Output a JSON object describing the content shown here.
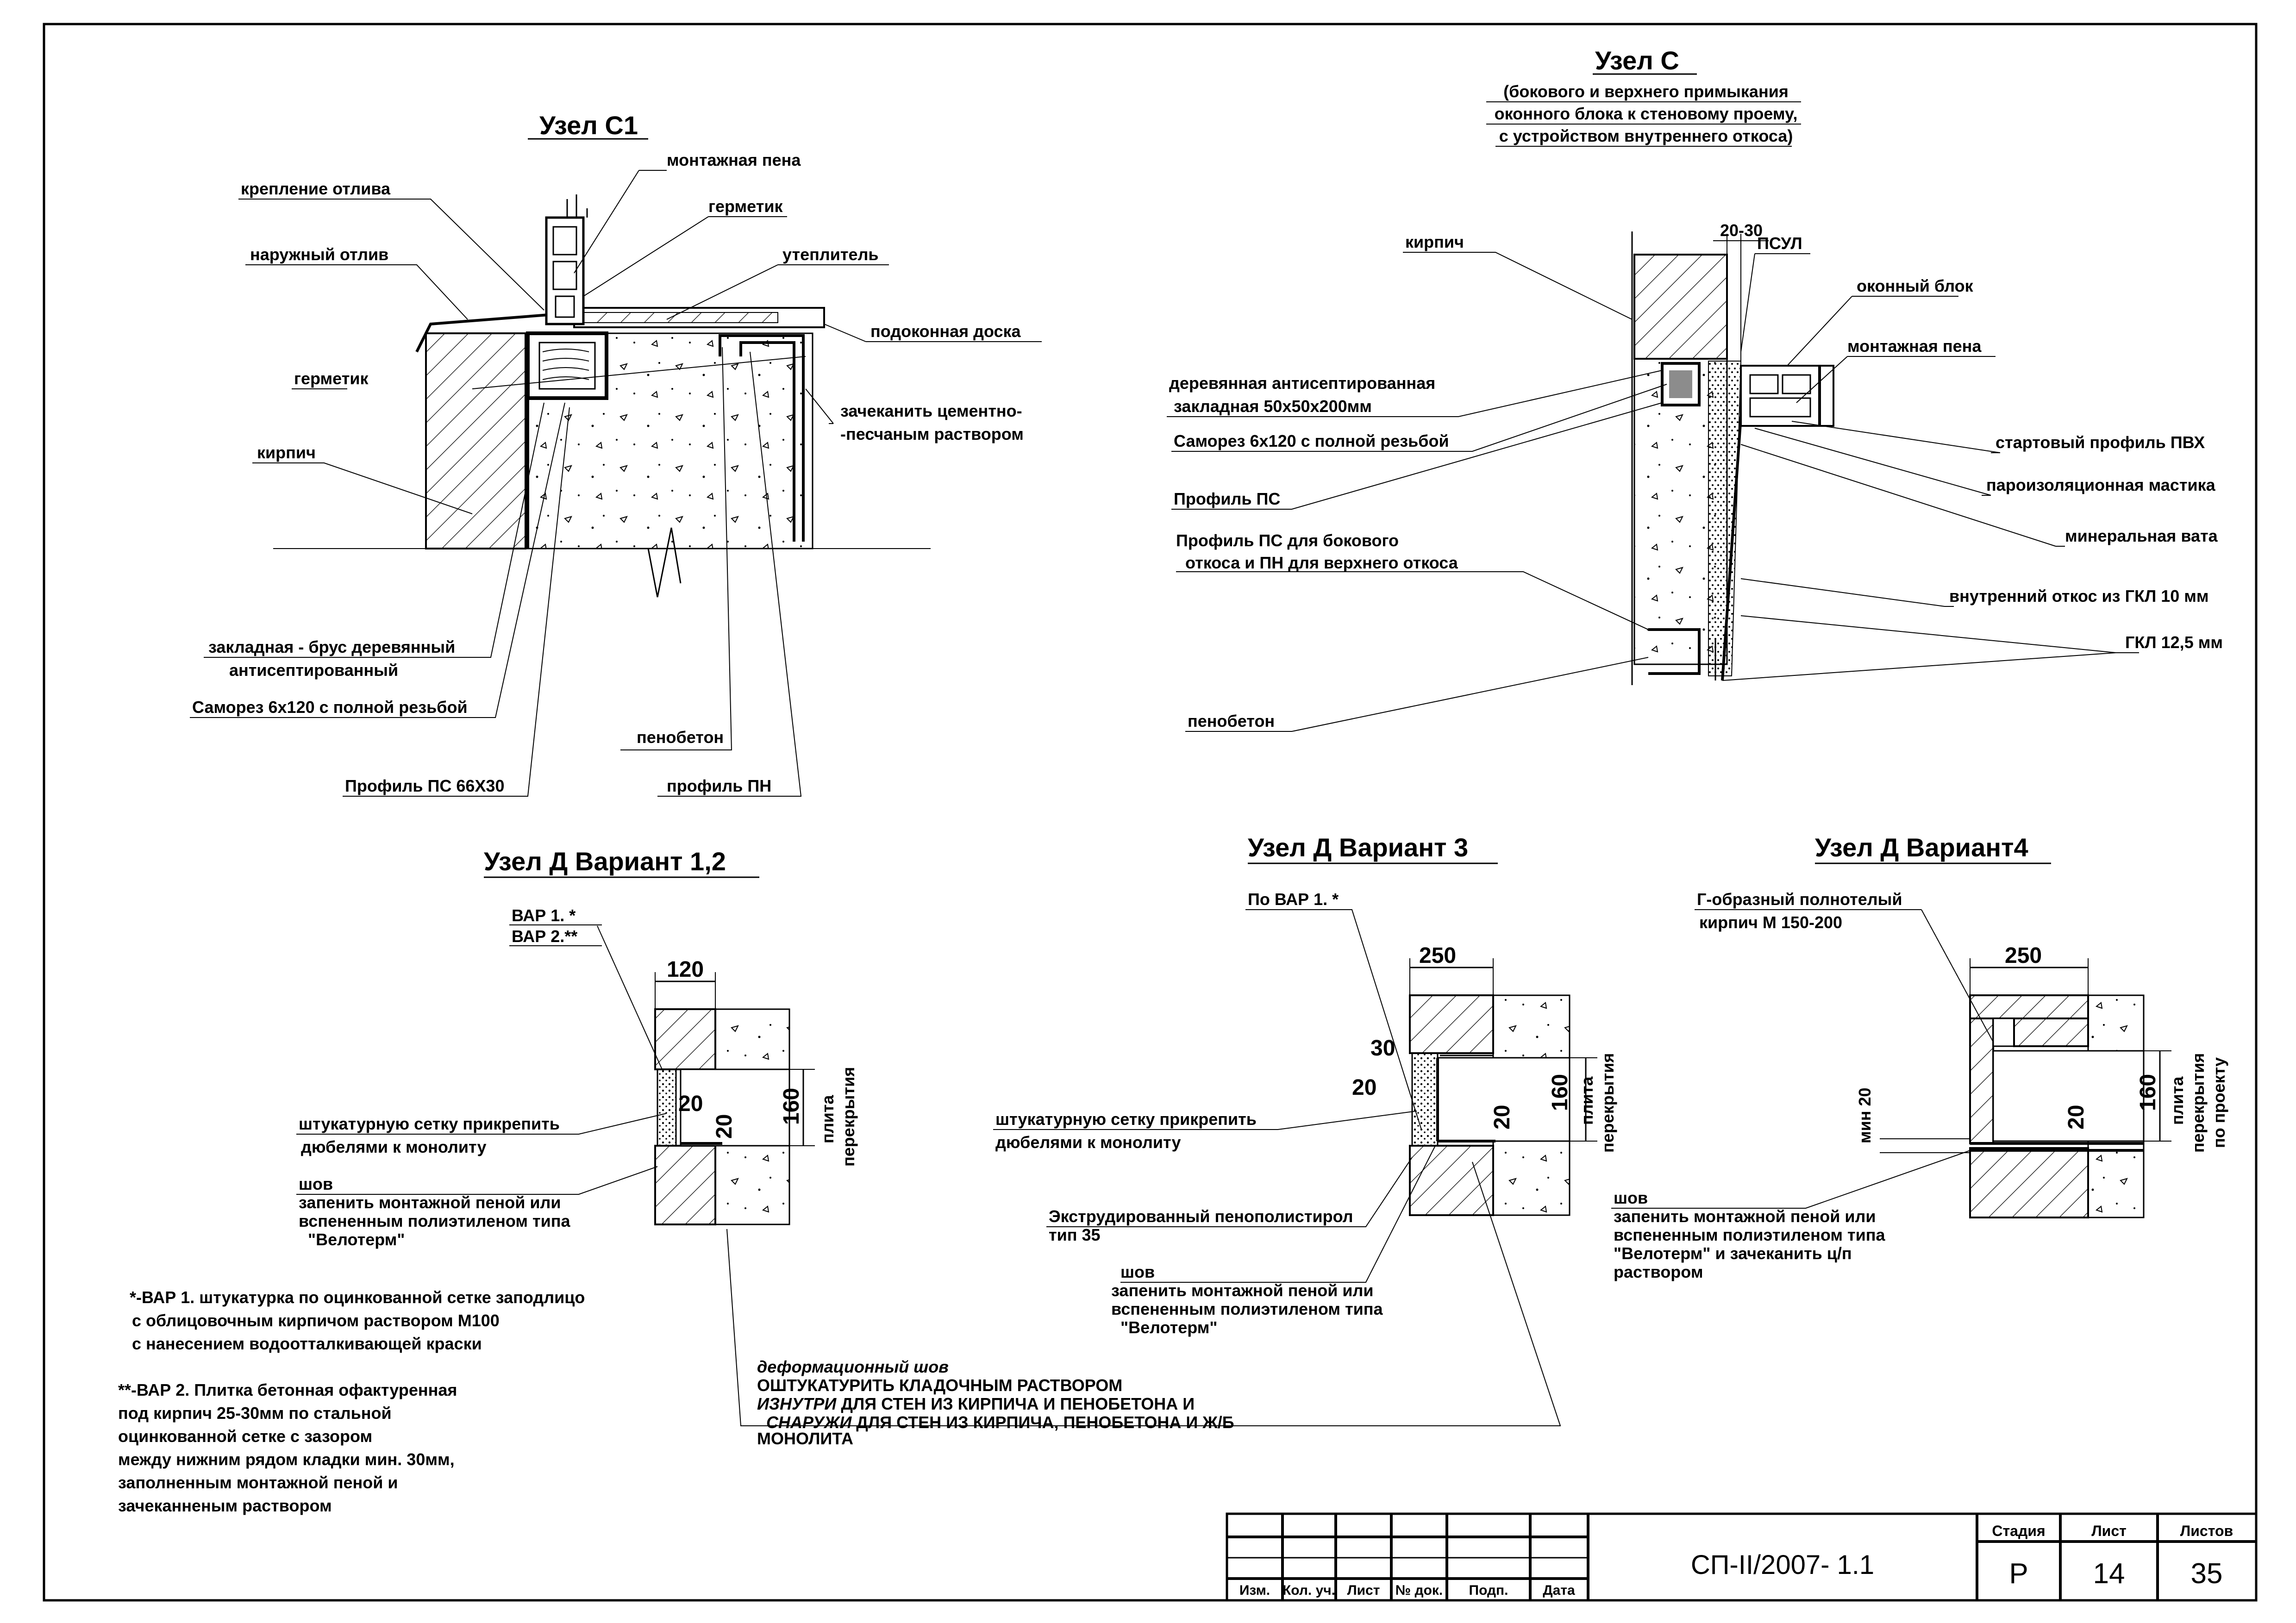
{
  "node_c1": {
    "title": "Узел С1",
    "labels": {
      "foam": "монтажная пена",
      "drip_fix": "крепление отлива",
      "sealant_top": "герметик",
      "outer_drip": "наружный отлив",
      "insulation": "утеплитель",
      "sill_board": "подоконная доска",
      "sealant_left": "герметик",
      "caulk_1": "зачеканить цементно-",
      "caulk_2": "-песчаным раствором",
      "brick": "кирпич",
      "embed_1": "закладная - брус деревянный",
      "embed_2": "антисептированный",
      "screw": "Саморез 6х120 с полной резьбой",
      "foam_concrete": "пенобетон",
      "profile_ps": "Профиль ПС 66Х30",
      "profile_pn": "профиль ПН"
    }
  },
  "node_c": {
    "title": "Узел С",
    "subtitle_1": "(бокового и верхнего примыкания",
    "subtitle_2": "оконного блока к стеновому проему,",
    "subtitle_3": "с устройством внутреннего откоса)",
    "dim_gap": "20-30",
    "labels": {
      "brick": "кирпич",
      "psul": "ПСУЛ",
      "window_block": "оконный блок",
      "foam": "монтажная пена",
      "embed_1": "деревянная антисептированная",
      "embed_2": "закладная  50х50х200мм",
      "screw": "Саморез 6х120 с полной резьбой",
      "start_profile": "стартовый профиль ПВХ",
      "vapor_mastic": "пароизоляционная мастика",
      "profile_ps": "Профиль ПС",
      "mineral_wool": "минеральная вата",
      "profile_side_1": "Профиль ПС для бокового",
      "profile_side_2": "откоса и ПН для верхнего откоса",
      "inner_slope": "внутренний откос из ГКЛ 10 мм",
      "gkl": "ГКЛ 12,5 мм",
      "foam_concrete": "пенобетон"
    }
  },
  "node_d12": {
    "title": "Узел Д  Вариант 1,2",
    "var1": "ВАР 1. *",
    "var2": "ВАР 2.**",
    "dim_width": "120",
    "dim_20a": "20",
    "dim_20b": "20",
    "dim_160": "160",
    "slab_1": "плита",
    "slab_2": "перекрытия",
    "mesh_1": "штукатурную сетку прикрепить",
    "mesh_2": "дюбелями к монолиту",
    "seam_1": "шов",
    "seam_2": "запенить монтажной пеной или",
    "seam_3": "вспененным полиэтиленом типа",
    "seam_4": "\"Велотерм\""
  },
  "notes": {
    "n1_1": "*-ВАР 1. штукатурка по оцинкованной сетке заподлицо",
    "n1_2": "с облицовочным кирпичом  раствором М100",
    "n1_3": "с нанесением водоотталкивающей  краски",
    "n2_1": "**-ВАР 2. Плитка  бетонная офактуренная",
    "n2_2": "под кирпич 25-30мм по стальной",
    "n2_3": "оцинкованной сетке с зазором",
    "n2_4": " между нижним рядом кладки мин. 30мм,",
    "n2_5": "заполненным монтажной пеной и",
    "n2_6": " зачеканненым раствором"
  },
  "deformation": {
    "title": "деформационный шов",
    "l1": "ОШТУКАТУРИТЬ  КЛАДОЧНЫМ РАСТВОРОМ",
    "l2_em": "ИЗНУТРИ",
    "l2": " ДЛЯ СТЕН ИЗ КИРПИЧА И ПЕНОБЕТОНА И",
    "l3_em": "СНАРУЖИ",
    "l3": " ДЛЯ СТЕН ИЗ КИРПИЧА, ПЕНОБЕТОНА И Ж/Б",
    "l4": "МОНОЛИТА"
  },
  "node_d3": {
    "title": "Узел Д  Вариант 3",
    "ref": "По ВАР 1. *",
    "dim_width": "250",
    "dim_30": "30",
    "dim_20a": "20",
    "dim_20b": "20",
    "dim_160": "160",
    "slab_1": "плита",
    "slab_2": "перекрытия",
    "mesh_1": "штукатурную сетку прикрепить",
    "mesh_2": "дюбелями к монолиту",
    "xps_1": "Экструдированный пенополистирол",
    "xps_2": "тип 35",
    "seam_1": "шов",
    "seam_2": "запенить монтажной пеной или",
    "seam_3": "вспененным полиэтиленом типа",
    "seam_4": "\"Велотерм\""
  },
  "node_d4": {
    "title": "Узел Д  Вариант4",
    "brick_1": "Г-образный полнотелый",
    "brick_2": "кирпич М 150-200",
    "dim_width": "250",
    "dim_min": "мин 20",
    "dim_20": "20",
    "dim_160": "160",
    "slab_1": "плита",
    "slab_2": "перекрытия",
    "slab_3": "по проекту",
    "seam_1": "шов",
    "seam_2": "запенить монтажной пеной или",
    "seam_3": "вспененным полиэтиленом типа",
    "seam_4": "\"Велотерм\" и зачеканить ц/п",
    "seam_5": "раствором"
  },
  "title_block": {
    "cols": [
      "Изм.",
      "Кол. уч.",
      "Лист",
      "№ док.",
      "Подп.",
      "Дата"
    ],
    "code": "СП-II/2007- 1.1",
    "stage_label": "Стадия",
    "sheet_label": "Лист",
    "sheets_label": "Листов",
    "stage": "Р",
    "sheet": "14",
    "sheets": "35"
  }
}
